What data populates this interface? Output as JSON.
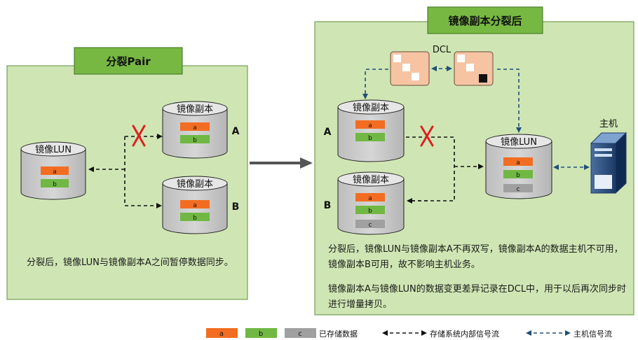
{
  "left_panel": {
    "title": "分裂Pair",
    "lun_label": "镜像LUN",
    "copy_a_label": "镜像副本",
    "copy_b_label": "镜像副本",
    "letter_a": "A",
    "letter_b": "B",
    "block_a": "a",
    "block_b": "b",
    "description": "分裂后，镜像LUN与镜像副本A之间暂停数据同步。"
  },
  "right_panel": {
    "title": "镜像副本分裂后",
    "dcl_label": "DCL",
    "host_label": "主机",
    "lun_label": "镜像LUN",
    "copy_a_label": "镜像副本",
    "copy_b_label": "镜像副本",
    "letter_a": "A",
    "letter_b": "B",
    "block_a": "a",
    "block_b": "b",
    "block_c": "c",
    "description_1": "分裂后，镜像LUN与镜像副本A不再双写，镜像副本A的数据主机不可用，镜像副本B可用，故不影响主机业务。",
    "description_2": "镜像副本A与镜像LUN的数据变更差异记录在DCL中，用于以后再次同步时进行增量拷贝。"
  },
  "legend": {
    "block_a": "a",
    "block_b": "b",
    "block_c": "c",
    "stored_data": "已存储数据",
    "internal_signal": "存储系统内部信号流",
    "host_signal": "主机信号流"
  },
  "colors": {
    "panel_fill": "#cfe6b4",
    "title_fill": "#77b843",
    "block_a": "#f26d21",
    "block_b": "#70b843",
    "block_c": "#a0a0a0",
    "dcl_fill": "#f6c4a3",
    "cross": "#e02020",
    "host_arrow": "#1f4e79"
  }
}
